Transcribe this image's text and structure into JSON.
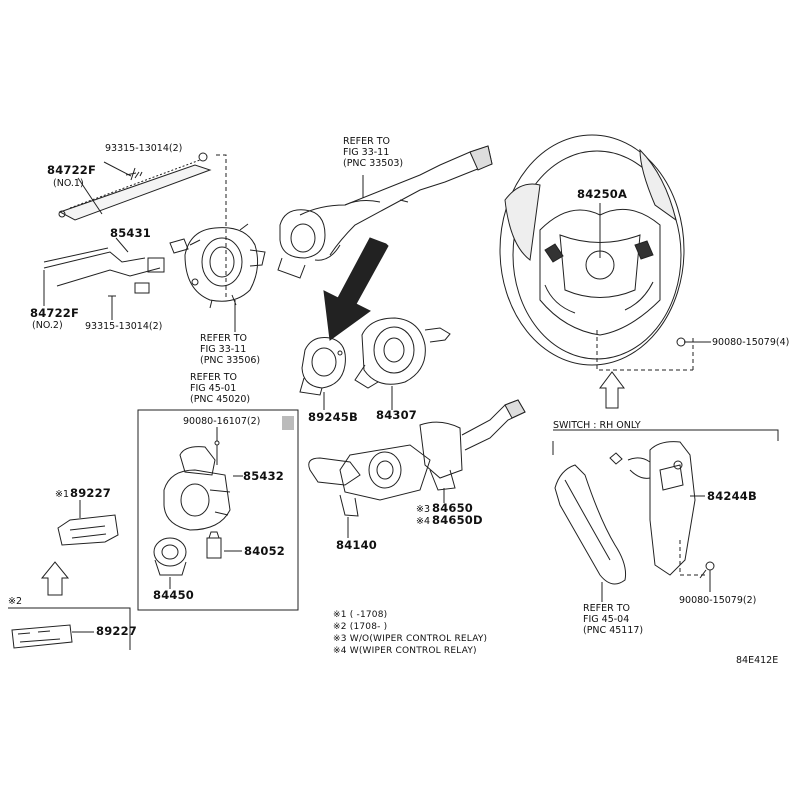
{
  "parts": {
    "p93315_top": "93315-13014(2)",
    "p84722F_1": "84722F",
    "p84722F_1_sub": "(NO.1)",
    "p85431": "85431",
    "p84722F_2": "84722F",
    "p84722F_2_sub": "(NO.2)",
    "p93315_bot": "93315-13014(2)",
    "p84250A": "84250A",
    "p90080_15079_4": "90080-15079(4)",
    "p89245B": "89245B",
    "p84307": "84307",
    "p90080_16107": "90080-16107(2)",
    "p85432": "85432",
    "p84052": "84052",
    "p84450": "84450",
    "p89227_a_mark": "※1",
    "p89227_a": "89227",
    "p89227_b_mark": "※2",
    "p89227_b": "89227",
    "p84140": "84140",
    "p84650_mark": "※3",
    "p84650": "84650",
    "p84650D_mark": "※4",
    "p84650D": "84650D",
    "p84244B": "84244B",
    "p90080_15079_2": "90080-15079(2)"
  },
  "refs": {
    "r1": [
      "REFER TO",
      "FIG 33-11",
      "(PNC 33503)"
    ],
    "r2": [
      "REFER TO",
      "FIG 33-11",
      "(PNC 33506)"
    ],
    "r3": [
      "REFER TO",
      "FIG 45-01",
      "(PNC 45020)"
    ],
    "r4": [
      "REFER TO",
      "FIG 45-04",
      "(PNC 45117)"
    ]
  },
  "switch_label": "SWITCH : RH ONLY",
  "notes": [
    "※1 (      -1708)",
    "※2 (1708-      )",
    "※3 W/O(WIPER CONTROL RELAY)",
    "※4 W(WIPER CONTROL RELAY)"
  ],
  "figure_code": "84E412E"
}
